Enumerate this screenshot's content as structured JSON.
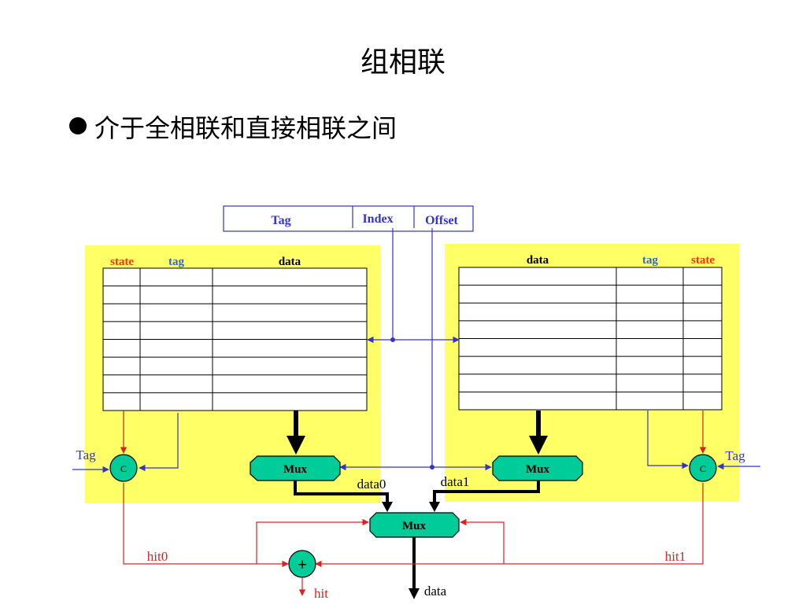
{
  "title": "组相联",
  "bullet": "介于全相联和直接相联之间",
  "address": {
    "tag": "Tag",
    "index": "Index",
    "offset": "Offset"
  },
  "left_way": {
    "state": "state",
    "tag": "tag",
    "data": "data"
  },
  "right_way": {
    "data": "data",
    "tag": "tag",
    "state": "state"
  },
  "mux_label": "Mux",
  "comparator": "C",
  "tag_in_left": "Tag",
  "tag_in_right": "Tag",
  "data0": "data0",
  "data1": "data1",
  "hit0": "hit0",
  "hit1": "hit1",
  "or_gate": "+",
  "hit_out": "hit",
  "data_out": "data",
  "colors": {
    "way_bg": "#ffff66",
    "mux_fill": "#00cc99",
    "blue": "#3333cc",
    "red": "#e02020",
    "state_color": "#ff3300",
    "tag_color": "#3366cc"
  },
  "cache_rows": 8
}
